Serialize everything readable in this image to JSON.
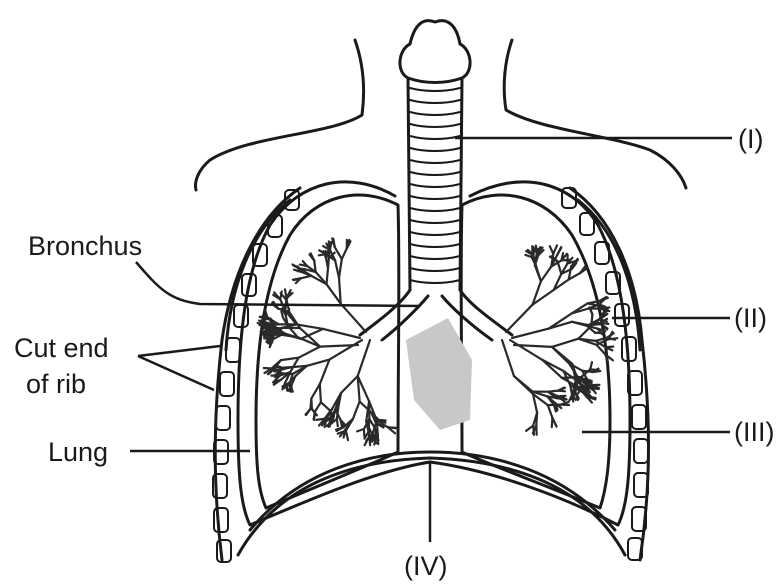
{
  "labels": {
    "trachea": "(I)",
    "pleura": "(II)",
    "alveoli": "(III)",
    "diaphragm": "(IV)",
    "bronchus": "Bronchus",
    "cut_rib_line1": "Cut end",
    "cut_rib_line2": "of rib",
    "lung": "Lung"
  },
  "colors": {
    "ink": "#1a1a1a",
    "heart_shade": "#c8c8c8",
    "background": "#ffffff"
  }
}
